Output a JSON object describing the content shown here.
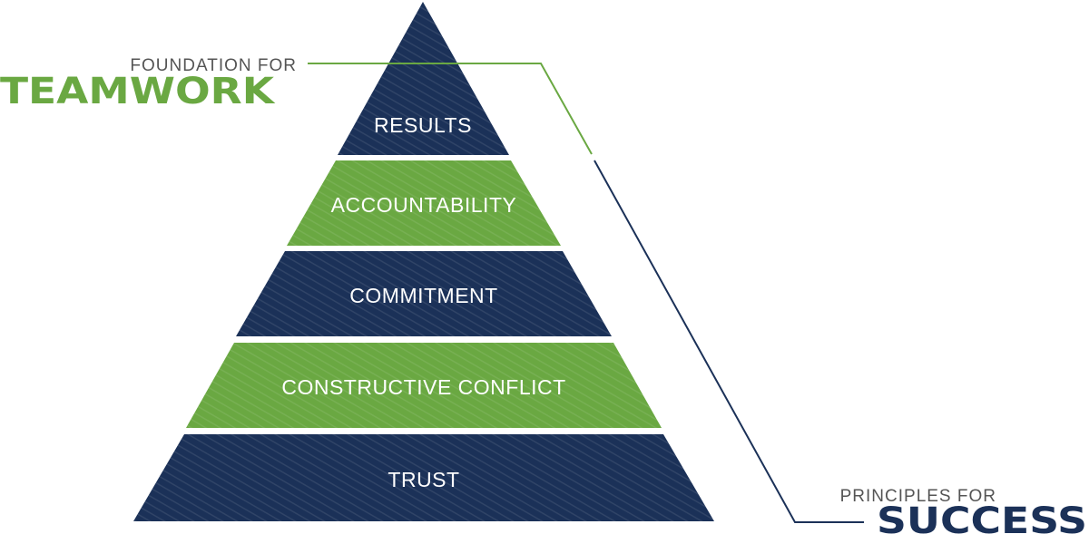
{
  "colors": {
    "navy": "#1b3158",
    "green": "#6aa842",
    "caption_gray": "#555555"
  },
  "pyramid": {
    "tiers": [
      {
        "label": "RESULTS",
        "color": "navy"
      },
      {
        "label": "ACCOUNTABILITY",
        "color": "green"
      },
      {
        "label": "COMMITMENT",
        "color": "navy"
      },
      {
        "label": "CONSTRUCTIVE CONFLICT",
        "color": "green"
      },
      {
        "label": "TRUST",
        "color": "navy"
      }
    ]
  },
  "captions": {
    "top_small": "FOUNDATION FOR",
    "top_big": "TEAMWORK",
    "bottom_small": "PRINCIPLES FOR",
    "bottom_big": "SUCCESS"
  }
}
